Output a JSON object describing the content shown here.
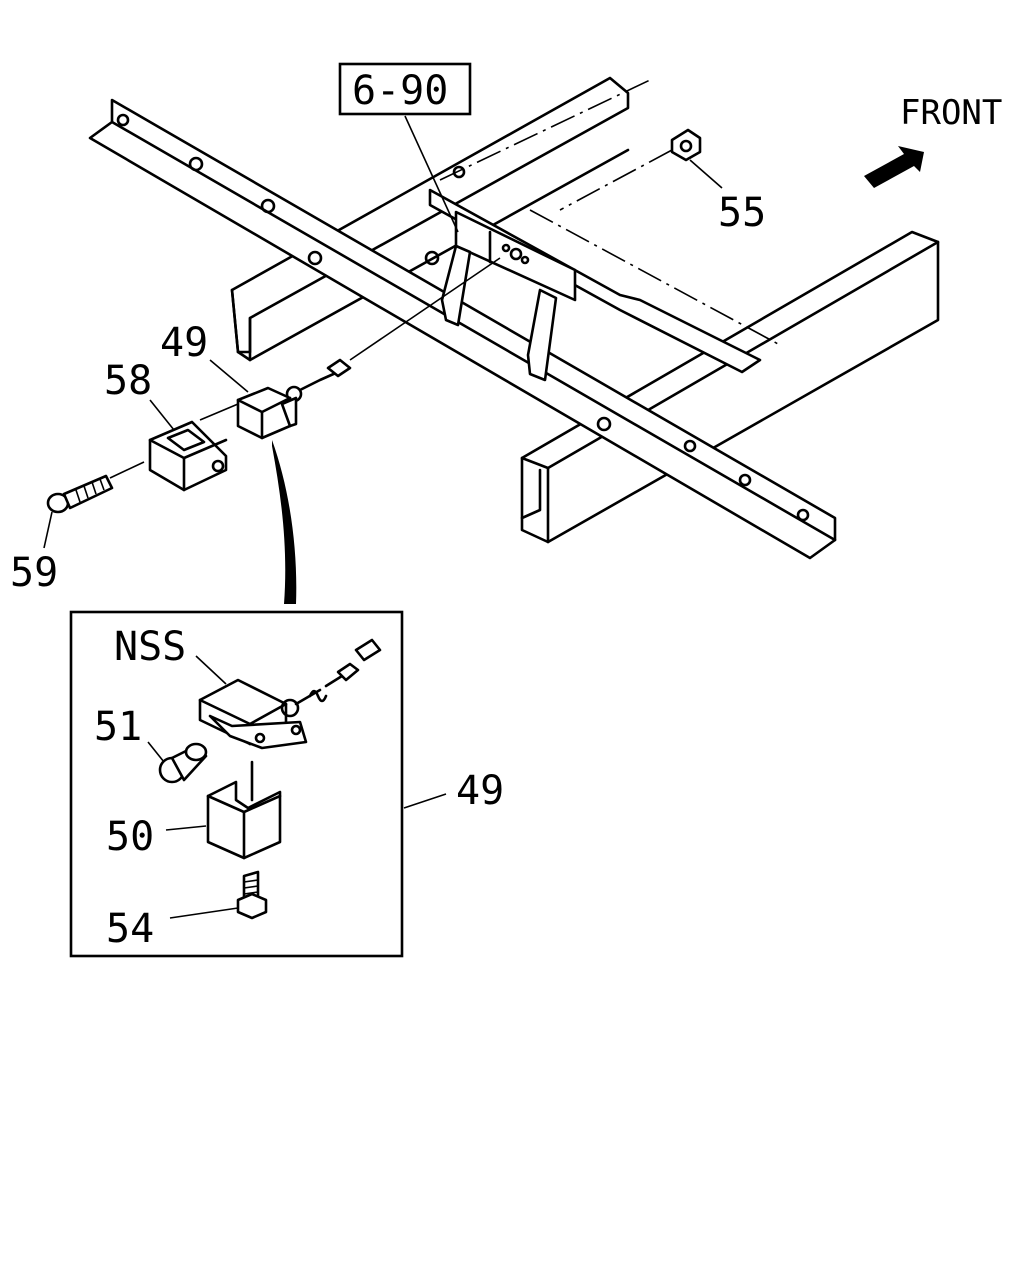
{
  "diagram": {
    "reference_box": "6-90",
    "direction_label": "FRONT",
    "direction_icon": "front-arrow-icon",
    "callouts": {
      "p55": "55",
      "p49": "49",
      "p58": "58",
      "p59": "59",
      "nss": "NSS",
      "p51": "51",
      "p50": "50",
      "p54": "54",
      "p49_box": "49"
    }
  }
}
